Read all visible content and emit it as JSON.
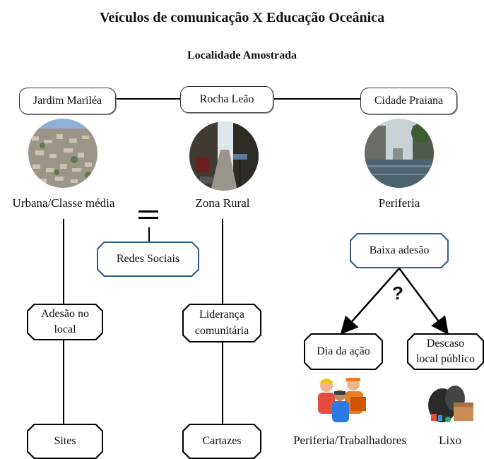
{
  "title": "Veículos de comunicação X Educação Oceânica",
  "subtitle": "Localidade Amostrada",
  "localities": [
    {
      "name": "Jardim Mariléa",
      "classification": "Urbana/Classe média"
    },
    {
      "name": "Rocha Leão",
      "classification": "Zona Rural"
    },
    {
      "name": "Cidade Praiana",
      "classification": "Periferia"
    }
  ],
  "equals_symbol": "=",
  "redes_sociais": "Redes Sociais",
  "left_branch": {
    "box1_line1": "Adesão no",
    "box1_line2": "local",
    "box2": "Sites"
  },
  "middle_branch": {
    "box1_line1": "Liderança",
    "box1_line2": "comunitária",
    "box2": "Cartazes"
  },
  "right_branch": {
    "top": "Baixa adesão",
    "question": "?",
    "left_child": "Dia da ação",
    "right_child_line1": "Descaso",
    "right_child_line2": "local público",
    "left_caption": "Periferia/Trabalhadores",
    "right_caption": "Lixo"
  },
  "icons": [
    "aerial-city-photo",
    "rural-street-photo",
    "flooded-street-photo",
    "workers-icon",
    "trash-bags-icon"
  ]
}
